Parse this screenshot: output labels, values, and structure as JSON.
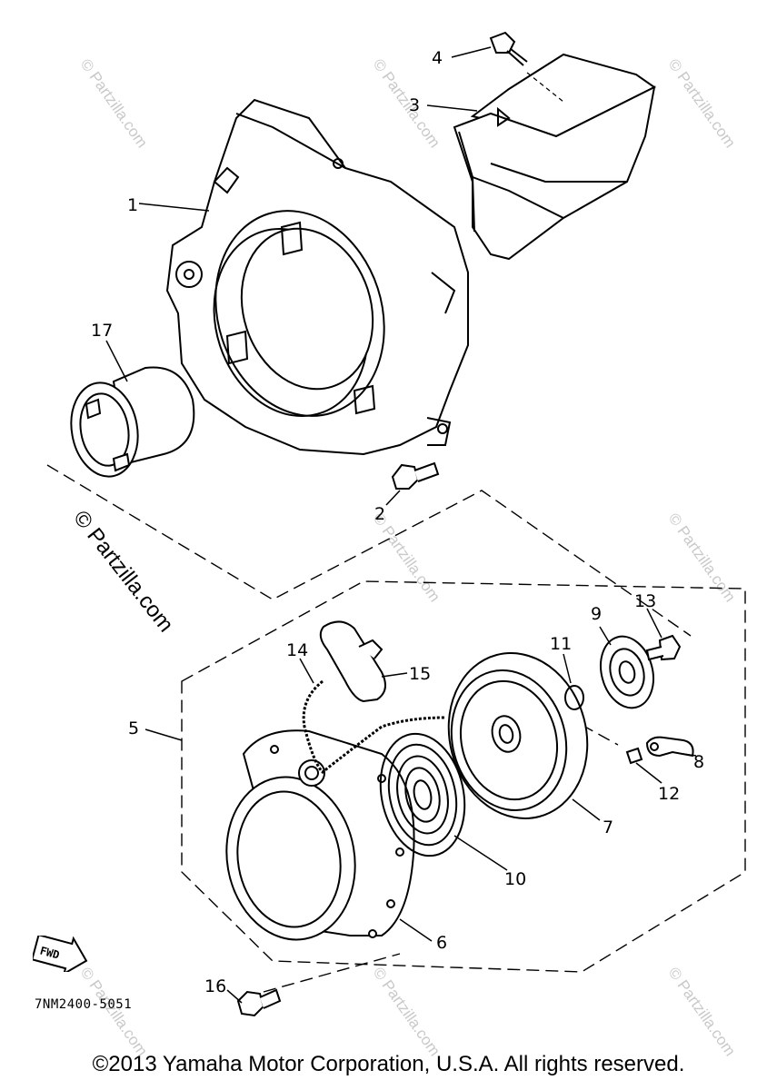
{
  "labels": {
    "p1": "1",
    "p2": "2",
    "p3": "3",
    "p4": "4",
    "p5": "5",
    "p6": "6",
    "p7": "7",
    "p8": "8",
    "p9": "9",
    "p10": "10",
    "p11": "11",
    "p12": "12",
    "p13": "13",
    "p14": "14",
    "p15": "15",
    "p16": "16",
    "p17": "17"
  },
  "watermark": "© Partzilla.com",
  "watermark_small": "© Partzilla.com",
  "fwd_label": "FWD",
  "diagram_code": "7NM2400-5051",
  "copyright": "©2013 Yamaha Motor Corporation, U.S.A. All rights reserved."
}
